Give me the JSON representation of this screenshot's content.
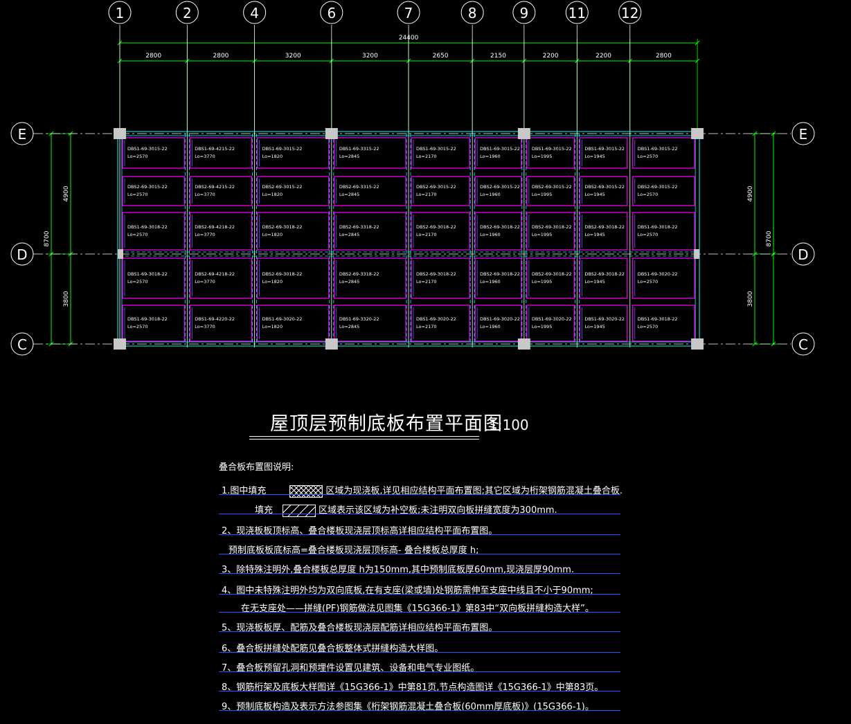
{
  "drawing": {
    "title": "屋顶层预制底板布置平面图",
    "scale": "1:100",
    "grid_columns": [
      "1",
      "2",
      "4",
      "6",
      "7",
      "8",
      "9",
      "11",
      "12"
    ],
    "grid_rows": [
      "E",
      "D",
      "C"
    ],
    "overall_width": "24400",
    "column_spacings": [
      "2800",
      "2800",
      "3200",
      "3200",
      "2650",
      "2150",
      "2200",
      "2200",
      "2800"
    ],
    "overall_depth": "8700",
    "row_spacings": [
      "4900",
      "3800"
    ],
    "colors": {
      "axis": "#ffffff",
      "dimension": "#00ff00",
      "beam": "#00ffff",
      "slab": "#ff00ff",
      "slab_alt": "#6060ff",
      "column": "#c8c8c8",
      "text": "#ffffff"
    },
    "slab_columns": [
      {
        "name": "bay-1",
        "slabs": [
          {
            "id": "DBS1-69-3015-22",
            "lo": "Lo=2570"
          },
          {
            "id": "DBS2-69-3015-22",
            "lo": "Lo=2570"
          },
          {
            "id": "DBS1-69-3018-22",
            "lo": "Lo=2570"
          },
          {
            "id": "DBS1-69-3018-22",
            "lo": "Lo=2570"
          },
          {
            "id": "DBS1-69-3018-22",
            "lo": "Lo=2570"
          }
        ]
      },
      {
        "name": "bay-2",
        "slabs": [
          {
            "id": "DBS1-69-4215-22",
            "lo": "Lo=3770"
          },
          {
            "id": "DBS2-69-4215-22",
            "lo": "Lo=3770"
          },
          {
            "id": "DBS2-69-4218-22",
            "lo": "Lo=3770"
          },
          {
            "id": "DBS2-69-4218-22",
            "lo": "Lo=3770"
          },
          {
            "id": "DBS1-69-4220-22",
            "lo": "Lo=3770"
          }
        ]
      },
      {
        "name": "bay-3",
        "slabs": [
          {
            "id": "DBS1-69-3015-22",
            "lo": "Lo=1820"
          },
          {
            "id": "DBS2-69-3015-22",
            "lo": "Lo=1820"
          },
          {
            "id": "DBS2-69-3018-22",
            "lo": "Lo=1820"
          },
          {
            "id": "DBS2-69-3018-22",
            "lo": "Lo=1820"
          },
          {
            "id": "DBS1-69-3020-22",
            "lo": "Lo=1820"
          }
        ]
      },
      {
        "name": "bay-4",
        "slabs": [
          {
            "id": "DBS1-69-3315-22",
            "lo": "Lo=2845"
          },
          {
            "id": "DBS2-69-3315-22",
            "lo": "Lo=2845"
          },
          {
            "id": "DBS2-69-3318-22",
            "lo": "Lo=2845"
          },
          {
            "id": "DBS2-69-3318-22",
            "lo": "Lo=2845"
          },
          {
            "id": "DBS1-69-3320-22",
            "lo": "Lo=2845"
          }
        ]
      },
      {
        "name": "bay-5",
        "slabs": [
          {
            "id": "DBS1-69-3015-22",
            "lo": "Lo=2170"
          },
          {
            "id": "DBS2-69-3015-22",
            "lo": "Lo=2170"
          },
          {
            "id": "DBS2-69-3018-22",
            "lo": "Lo=2170"
          },
          {
            "id": "DBS2-69-3018-22",
            "lo": "Lo=2170"
          },
          {
            "id": "DBS1-69-3020-22",
            "lo": "Lo=2170"
          }
        ]
      },
      {
        "name": "bay-6",
        "slabs": [
          {
            "id": "DBS1-69-3015-22",
            "lo": "Lo=1960"
          },
          {
            "id": "DBS2-69-3015-22",
            "lo": "Lo=1960"
          },
          {
            "id": "DBS2-69-3018-22",
            "lo": "Lo=1960"
          },
          {
            "id": "DBS2-69-3018-22",
            "lo": "Lo=1960"
          },
          {
            "id": "DBS1-69-3020-22",
            "lo": "Lo=1960"
          }
        ]
      },
      {
        "name": "bay-7",
        "slabs": [
          {
            "id": "DBS1-69-3015-22",
            "lo": "Lo=1995"
          },
          {
            "id": "DBS2-69-3015-22",
            "lo": "Lo=1995"
          },
          {
            "id": "DBS2-69-3018-22",
            "lo": "Lo=1995"
          },
          {
            "id": "DBS2-69-3018-22",
            "lo": "Lo=1995"
          },
          {
            "id": "DBS1-69-3020-22",
            "lo": "Lo=1995"
          }
        ]
      },
      {
        "name": "bay-8",
        "slabs": [
          {
            "id": "DBS1-69-3015-22",
            "lo": "Lo=1945"
          },
          {
            "id": "DBS2-69-3015-22",
            "lo": "Lo=1945"
          },
          {
            "id": "DBS2-69-3018-22",
            "lo": "Lo=1945"
          },
          {
            "id": "DBS2-69-3018-22",
            "lo": "Lo=1945"
          },
          {
            "id": "DBS1-69-3020-22",
            "lo": "Lo=1945"
          }
        ]
      },
      {
        "name": "bay-9",
        "slabs": [
          {
            "id": "DBS1-69-3015-22",
            "lo": "Lo=2570"
          },
          {
            "id": "DBS2-69-3015-22",
            "lo": "Lo=2570"
          },
          {
            "id": "DBS1-69-3018-22",
            "lo": "Lo=2570"
          },
          {
            "id": "DBS1-69-3020-22",
            "lo": "Lo=2570"
          },
          {
            "id": "DBS1-69-3018-22",
            "lo": "Lo=2570"
          }
        ]
      }
    ]
  },
  "notes": {
    "heading": "叠合板布置图说明:",
    "items": [
      {
        "pre": "1.图中填充",
        "hatch": "cross",
        "post": "区域为现浇板,详见相应结构平面布置图;其它区域为桁架钢筋混凝土叠合板."
      },
      {
        "pre": "填充",
        "hatch": "diag",
        "post": "区域表示该区域为补空板;未注明双向板拼缝宽度为300mm."
      },
      {
        "pre": "2、现浇板板顶标高、叠合楼板现浇层顶标高详相应结构平面布置图。",
        "hatch": "",
        "post": ""
      },
      {
        "pre": "预制底板板底标高=叠合楼板现浇层顶标高- 叠合楼板总厚度  h;",
        "hatch": "",
        "post": ""
      },
      {
        "pre": "3、除特殊注明外,叠合楼板总厚度  h为150mm,其中预制底板厚60mm,现浇层厚90mm.",
        "hatch": "",
        "post": ""
      },
      {
        "pre": "4、图中未特殊注明外均为双向底板,在有支座(梁或墙)处钢筋需伸至支座中线且不小于90mm;",
        "hatch": "",
        "post": ""
      },
      {
        "pre": "在无支座处——拼缝(PF)钢筋做法见图集《15G366-1》第83中“双向板拼缝构造大样”。",
        "hatch": "",
        "post": ""
      },
      {
        "pre": "5、现浇板板厚、配筋及叠合楼板现浇层配筋详相应结构平面布置图。",
        "hatch": "",
        "post": ""
      },
      {
        "pre": "6、叠合板拼缝处配筋见叠合板整体式拼缝构造大样图。",
        "hatch": "",
        "post": ""
      },
      {
        "pre": "7、叠合板预留孔洞和预埋件设置见建筑、设备和电气专业图纸。",
        "hatch": "",
        "post": ""
      },
      {
        "pre": "8、钢筋桁架及底板大样图详《15G366-1》中第81页,节点构造图详《15G366-1》中第83页。",
        "hatch": "",
        "post": ""
      },
      {
        "pre": "9、预制底板构造及表示方法参图集《桁架钢筋混凝土叠合板(60mm厚底板)》(15G366-1)。",
        "hatch": "",
        "post": ""
      }
    ]
  }
}
